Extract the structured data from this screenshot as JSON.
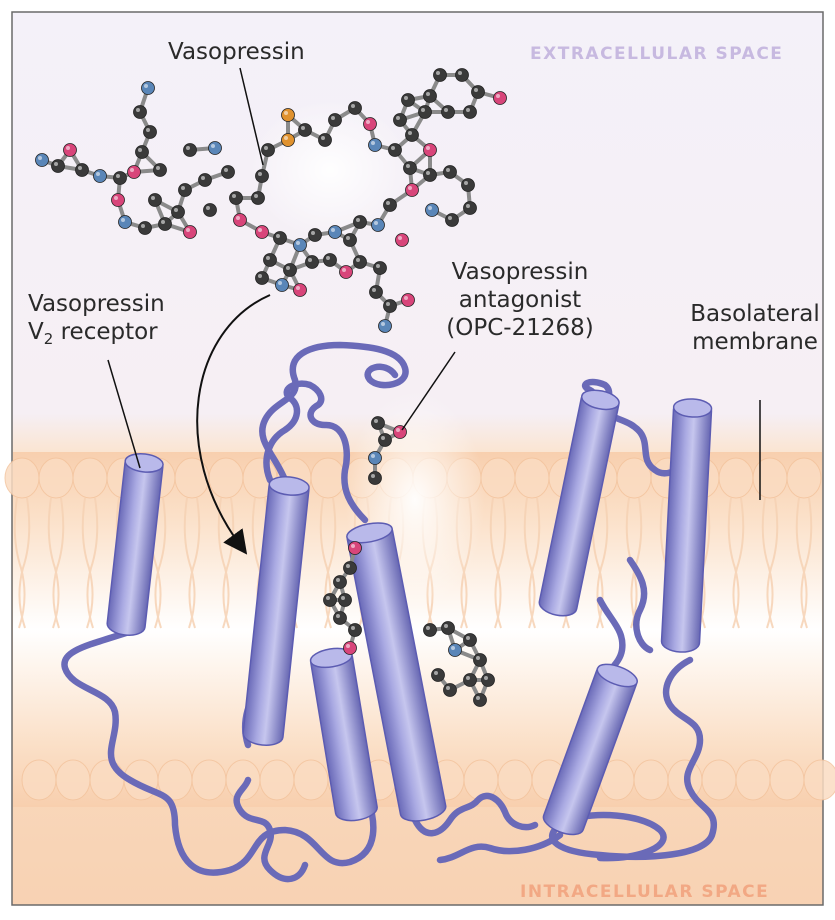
{
  "labels": {
    "vasopressin": "Vasopressin",
    "extracellular": "EXTRACELLULAR SPACE",
    "intracellular": "INTRACELLULAR SPACE",
    "receptor_line1": "Vasopressin",
    "receptor_line2_main": "V",
    "receptor_line2_sub": "2",
    "receptor_line2_rest": " receptor",
    "antagonist_line1": "Vasopressin",
    "antagonist_line2": "antagonist",
    "antagonist_line3": "(OPC-21268)",
    "membrane_line1": "Basolateral",
    "membrane_line2": "membrane"
  },
  "colors": {
    "extracellular_bg": "#f3f1f8",
    "membrane": "#f9d6b8",
    "intracellular_bg": "#f7d0b0",
    "receptor": "#8f8fd0",
    "receptor_dark": "#5c5cb2",
    "extracellular_text": "#c7b9e0",
    "intracellular_text": "#f2a884",
    "atom_carbon": "#3a3a3a",
    "atom_nitrogen": "#5a86b8",
    "atom_oxygen": "#d8457a",
    "atom_sulfur": "#e0922f"
  }
}
